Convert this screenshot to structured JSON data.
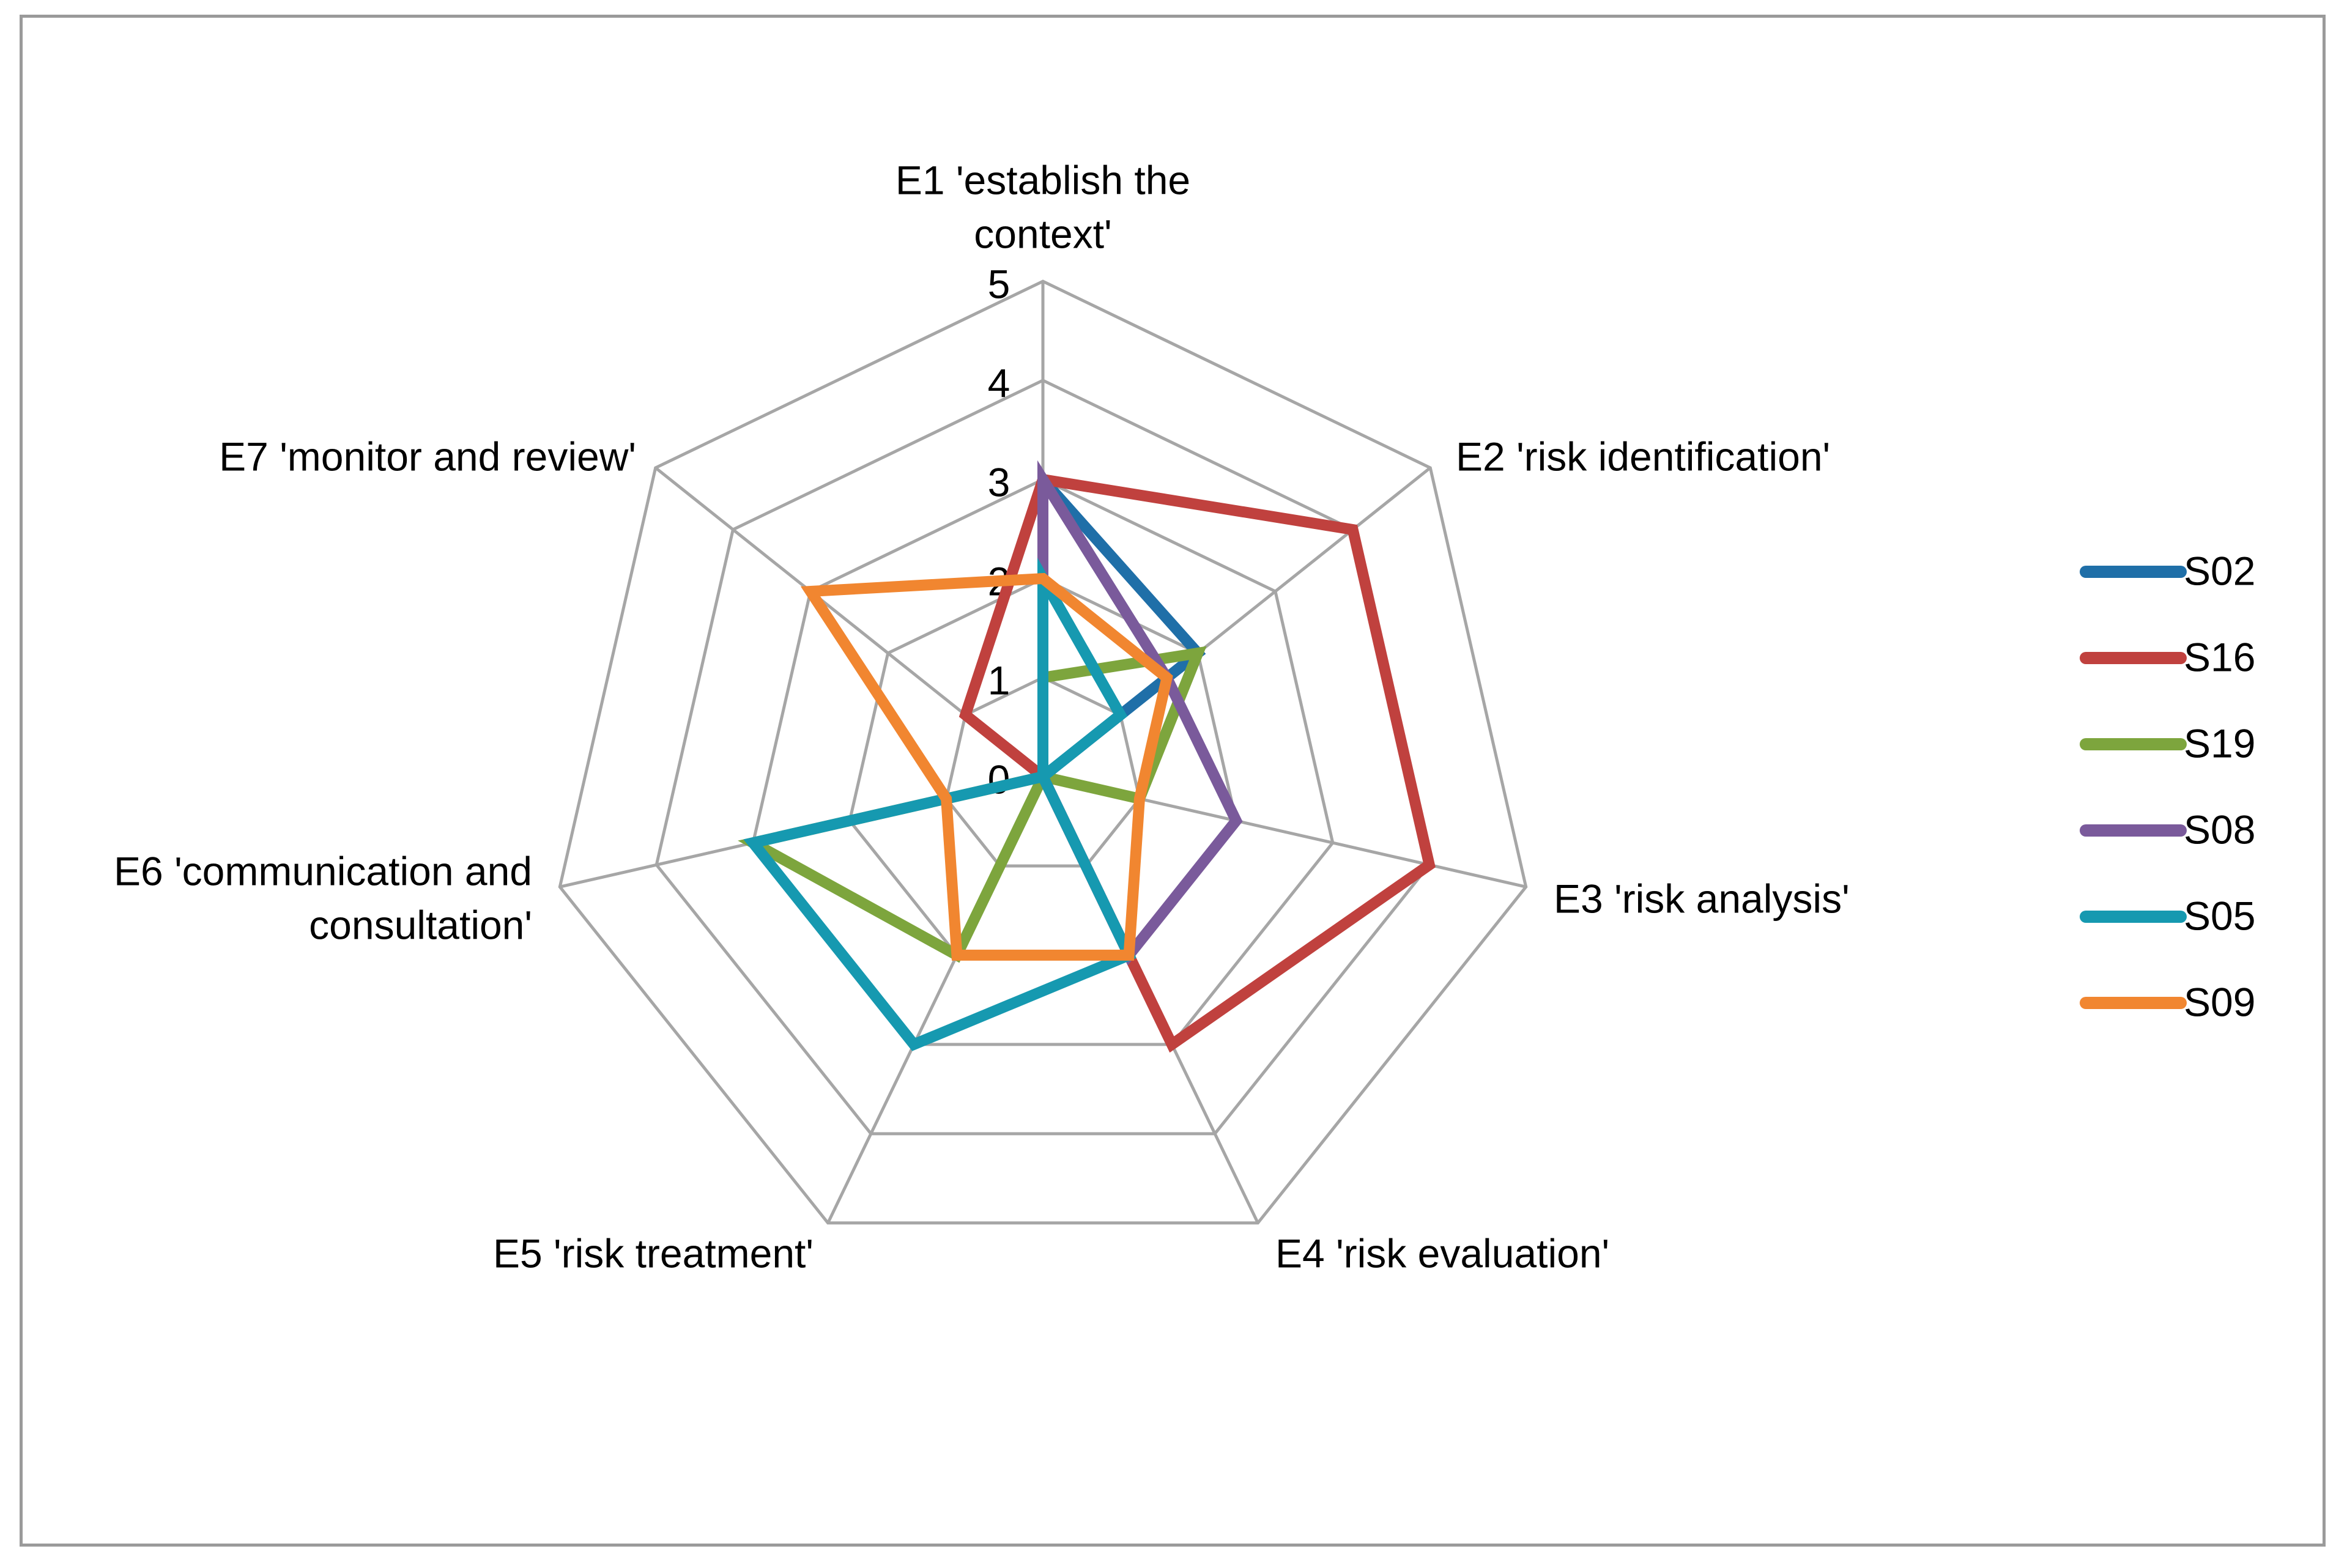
{
  "chart_data": {
    "type": "radar",
    "axes": [
      [
        "E1 'establish the",
        "context'"
      ],
      [
        "E2 'risk identification'"
      ],
      [
        "E3 'risk analysis'"
      ],
      [
        "E4 'risk evaluation'"
      ],
      [
        "E5 'risk treatment'"
      ],
      [
        "E6 'communication and",
        "consultation'"
      ],
      [
        "E7 'monitor and review'"
      ]
    ],
    "ticks": [
      "0",
      "1",
      "2",
      "3",
      "4",
      "5"
    ],
    "rlim": [
      0,
      5
    ],
    "grid": true,
    "legend_position": "right",
    "series": [
      {
        "name": "S02",
        "color": "#1f6fa8",
        "values": [
          3,
          2,
          0,
          0,
          0,
          0,
          0
        ]
      },
      {
        "name": "S16",
        "color": "#c0413e",
        "values": [
          3,
          4,
          4,
          3,
          0,
          0,
          1
        ]
      },
      {
        "name": "S19",
        "color": "#7da53d",
        "values": [
          1,
          2,
          1,
          0,
          2,
          3,
          0
        ]
      },
      {
        "name": "S08",
        "color": "#7a5a9b",
        "values": [
          3,
          1.6,
          2,
          2,
          0,
          0,
          0
        ]
      },
      {
        "name": "S05",
        "color": "#1699b0",
        "values": [
          2,
          1,
          0,
          2,
          3,
          3,
          0
        ]
      },
      {
        "name": "S09",
        "color": "#f18630",
        "values": [
          2,
          1.6,
          1,
          2,
          2,
          1,
          3
        ]
      }
    ]
  }
}
